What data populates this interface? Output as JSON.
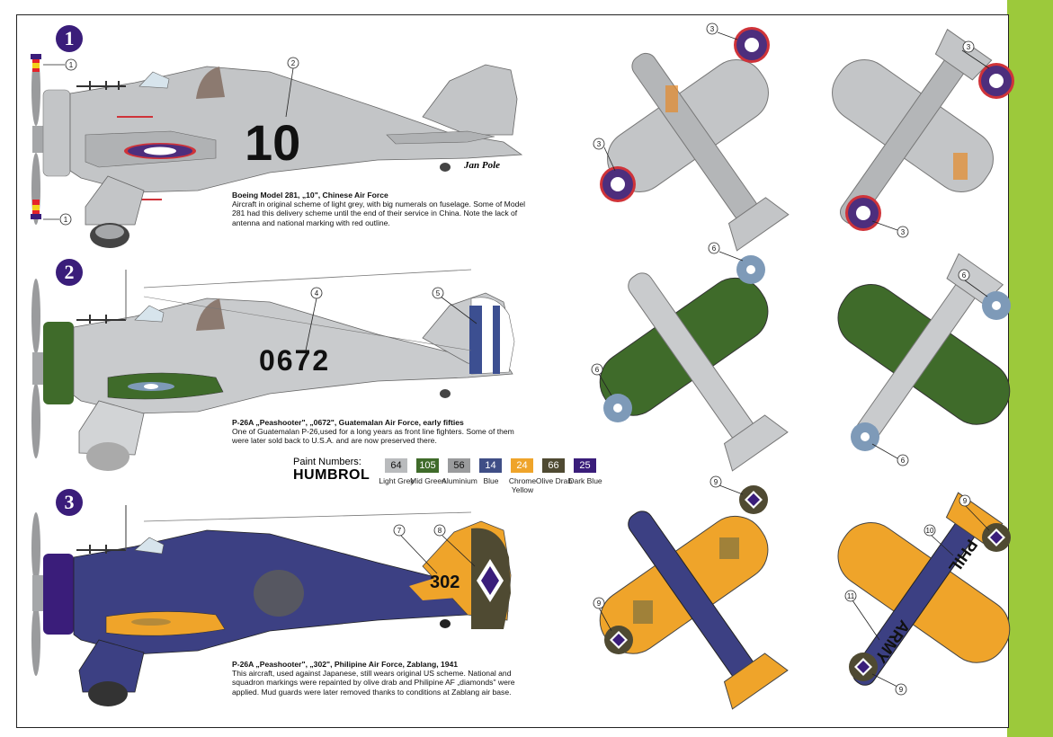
{
  "signature": "Jan Pole",
  "schemes": [
    {
      "number": "1",
      "title": "Boeing Model 281, „10\", Chinese Air Force",
      "body": "Aircraft in original scheme of light grey, with big numerals on fuselage. Some of Model 281 had this delivery scheme until the end of their service in China. Note the lack of antenna and national marking with red outline.",
      "fuselage_code": "10",
      "callouts": [
        "1",
        "2",
        "1",
        "3",
        "3",
        "3",
        "3"
      ]
    },
    {
      "number": "2",
      "title": "P-26A „Peashooter\", „0672\", Guatemalan Air Force, early fifties",
      "body": "One of Guatemalan P-26,used for a long years as front line fighters. Some of them were later sold back to U.S.A. and are now preserved there.",
      "fuselage_code": "0672",
      "callouts": [
        "4",
        "5",
        "6",
        "6",
        "6",
        "6"
      ]
    },
    {
      "number": "3",
      "title": "P-26A „Peashooter\", „302\", Philipine Air Force, Zablang, 1941",
      "body": "This aircraft, used against Japanese, still wears original US scheme. National and squadron markings were repainted by olive drab and Philipine AF „diamonds\" were applied. Mud guards were later removed thanks to conditions at Zablang air base.",
      "fuselage_code": "302",
      "wing_text_1": "PHIL",
      "wing_text_2": "ARMY",
      "callouts": [
        "7",
        "8",
        "9",
        "9",
        "9",
        "9",
        "10",
        "11"
      ]
    }
  ],
  "paints": {
    "label": "Paint Numbers:",
    "brand": "HUMBROL",
    "items": [
      {
        "code": "64",
        "name": "Light Grey",
        "color": "#b9bbbd",
        "text": "#111111"
      },
      {
        "code": "105",
        "name": "Mid Green",
        "color": "#3f6b2a",
        "text": "#ffffff"
      },
      {
        "code": "56",
        "name": "Aluminium",
        "color": "#9a9b9d",
        "text": "#111111"
      },
      {
        "code": "14",
        "name": "Blue",
        "color": "#3f4e86",
        "text": "#ffffff"
      },
      {
        "code": "24",
        "name": "Chrome Yellow",
        "color": "#efa42a",
        "text": "#ffffff"
      },
      {
        "code": "66",
        "name": "Olive Drab",
        "color": "#4f4a32",
        "text": "#ffffff"
      },
      {
        "code": "25",
        "name": "Dark Blue",
        "color": "#3a1d7a",
        "text": "#ffffff"
      }
    ]
  },
  "colors": {
    "accent_green": "#9cc93b",
    "badge": "#3a1d7a",
    "grey": "#c3c5c7",
    "olive_green": "#3f6b2a",
    "blue": "#3c4083",
    "yellow": "#efa42a",
    "olive_drab": "#4f4a32"
  }
}
